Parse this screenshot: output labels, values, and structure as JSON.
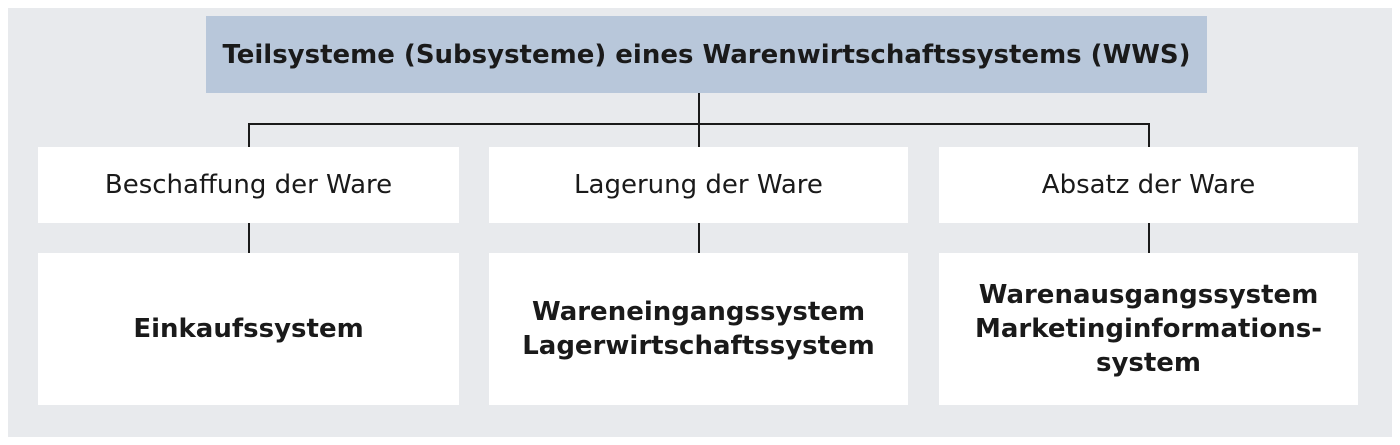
{
  "title": "Teilsysteme (Subsysteme) eines Warenwirtschaftssystems (WWS)",
  "categories": [
    {
      "label": "Beschaffung der Ware",
      "systems": [
        "Einkaufssystem"
      ]
    },
    {
      "label": "Lagerung der Ware",
      "systems": [
        "Wareneingangssystem",
        "Lagerwirtschaftssystem"
      ]
    },
    {
      "label": "Absatz der Ware",
      "systems": [
        "Warenausgangssystem",
        "Marketinginformations-",
        "system"
      ]
    }
  ],
  "colors": {
    "panel": "#e8eaed",
    "title_bg": "#b8c7da",
    "box_bg": "#ffffff",
    "line": "#1a1a1a"
  }
}
